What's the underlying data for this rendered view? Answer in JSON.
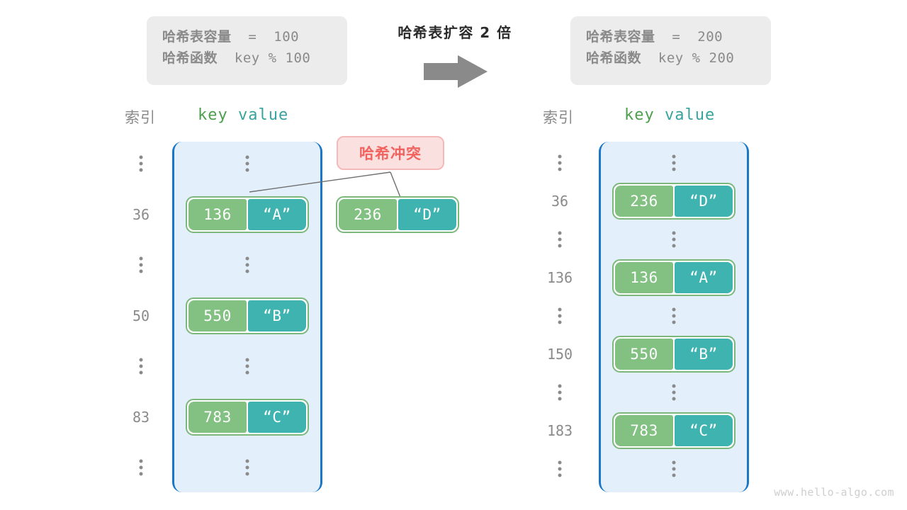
{
  "center": {
    "title": "哈希表扩容 2 倍",
    "arrow_icon": "right-arrow-icon"
  },
  "info_left": {
    "capacity_label": "哈希表容量",
    "capacity_eq": "=",
    "capacity_value": "100",
    "function_label": "哈希函数",
    "function_expr": "key % 100"
  },
  "info_right": {
    "capacity_label": "哈希表容量",
    "capacity_eq": "=",
    "capacity_value": "200",
    "function_label": "哈希函数",
    "function_expr": "key % 200"
  },
  "left_table": {
    "index_header": "索引",
    "key_header": "key",
    "value_header": "value",
    "rows": [
      {
        "type": "dots",
        "index": "⋮"
      },
      {
        "type": "entry",
        "index": "36",
        "key": "136",
        "value": "“A”"
      },
      {
        "type": "dots",
        "index": "⋮"
      },
      {
        "type": "entry",
        "index": "50",
        "key": "550",
        "value": "“B”"
      },
      {
        "type": "dots",
        "index": "⋮"
      },
      {
        "type": "entry",
        "index": "83",
        "key": "783",
        "value": "“C”"
      },
      {
        "type": "dots",
        "index": "⋮"
      }
    ]
  },
  "right_table": {
    "index_header": "索引",
    "key_header": "key",
    "value_header": "value",
    "rows": [
      {
        "type": "dots",
        "index": "⋮"
      },
      {
        "type": "entry",
        "index": "36",
        "key": "236",
        "value": "“D”"
      },
      {
        "type": "dots",
        "index": "⋮"
      },
      {
        "type": "entry",
        "index": "136",
        "key": "136",
        "value": "“A”"
      },
      {
        "type": "dots",
        "index": "⋮"
      },
      {
        "type": "entry",
        "index": "150",
        "key": "550",
        "value": "“B”"
      },
      {
        "type": "dots",
        "index": "⋮"
      },
      {
        "type": "entry",
        "index": "183",
        "key": "783",
        "value": "“C”"
      },
      {
        "type": "dots",
        "index": "⋮"
      }
    ]
  },
  "collision": {
    "badge_label": "哈希冲突",
    "overflow_entry": {
      "key": "236",
      "value": "“D”"
    }
  },
  "watermark": "www.hello-algo.com",
  "colors": {
    "key_cell": "#82c182",
    "value_cell": "#3fb3b0",
    "pair_border": "#7cb87c",
    "bucket_fill": "#e3f0fb",
    "bucket_border": "#1976c8",
    "badge_text": "#f0635f",
    "badge_fill": "#fbe0e0",
    "info_fill": "#ececec",
    "muted_text": "#8a8a8a"
  }
}
